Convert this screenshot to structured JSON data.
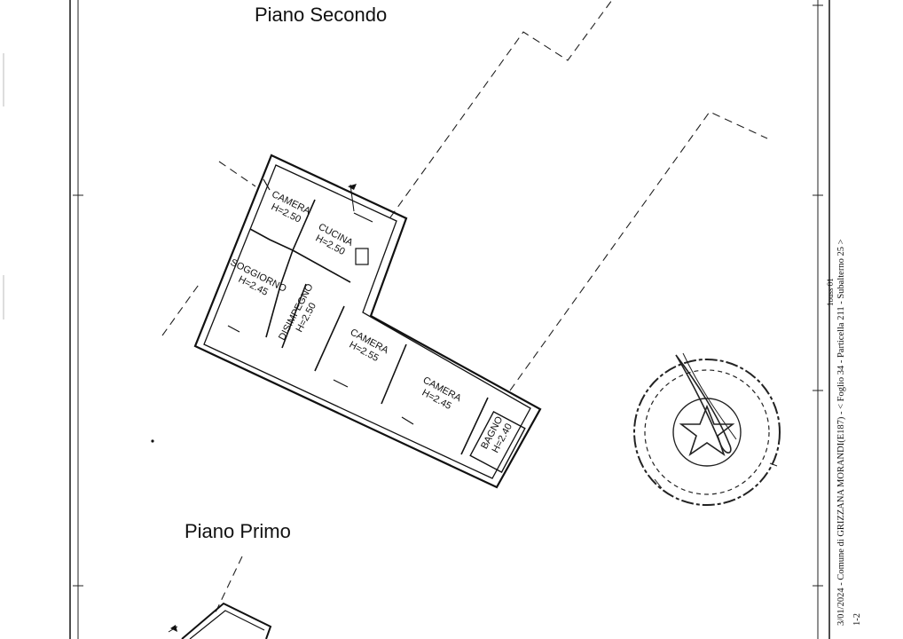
{
  "titles": {
    "upper_floor": "Piano Secondo",
    "lower_floor": "Piano Primo"
  },
  "rooms": [
    {
      "name": "CAMERA",
      "height": "H=2.50"
    },
    {
      "name": "CUCINA",
      "height": "H=2.50"
    },
    {
      "name": "SOGGIORNO",
      "height": "H=2.45"
    },
    {
      "name": "DISIMPEGNO",
      "height": "H=2.50"
    },
    {
      "name": "CAMERA",
      "height": "H=2.55"
    },
    {
      "name": "CAMERA",
      "height": "H=2.45"
    },
    {
      "name": "BAGNO",
      "height": "H=2.40"
    }
  ],
  "margin": {
    "cadastral_line": "3/01/2024 - Comune di GRIZZANA MORANDI(E187) - <  Foglio 34 - Particella 211 - Subalterno 25 >",
    "cadastral_id": "1-2",
    "stamp_text": "1ouss 01"
  }
}
